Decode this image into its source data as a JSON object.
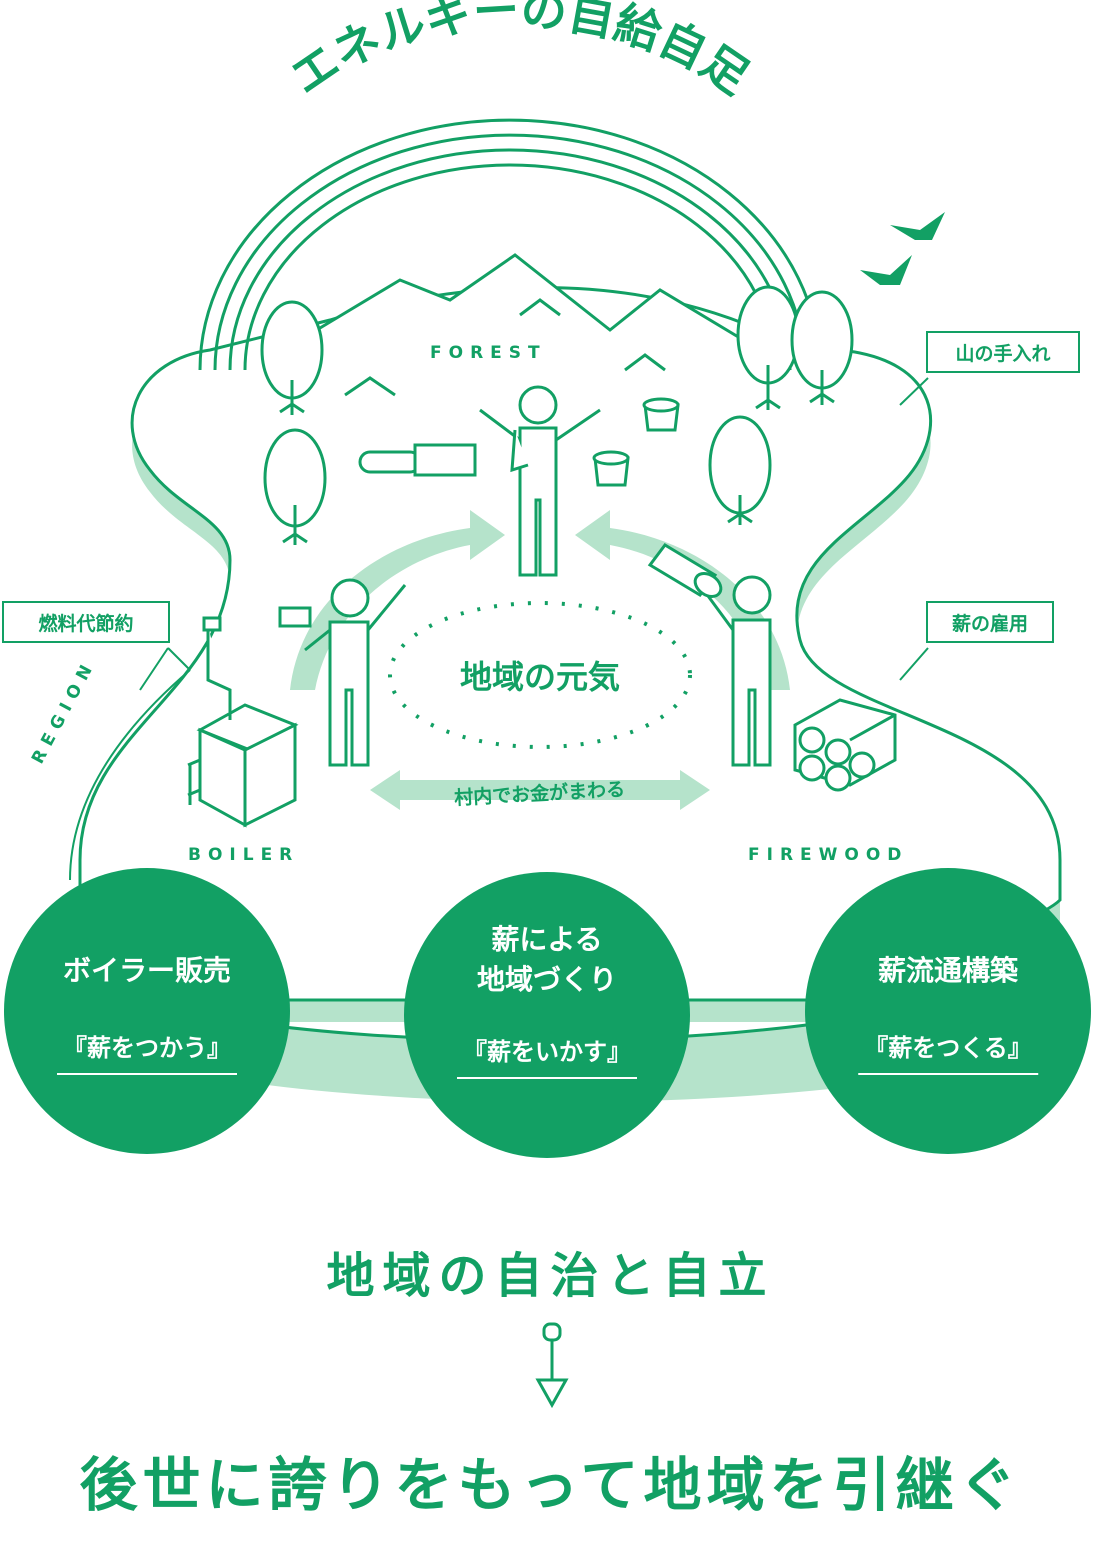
{
  "arc_title": "エネルギーの自給自足",
  "labels": {
    "mountain_care": "山の手入れ",
    "fuel_saving": "燃料代節約",
    "firewood_jobs": "薪の雇用"
  },
  "zones": {
    "forest": "FOREST",
    "region": "REGION",
    "boiler": "BOILER",
    "firewood": "FIREWOOD"
  },
  "center": {
    "vitality": "地域の元気",
    "money_circulation": "村内でお金がまわる"
  },
  "circles": [
    {
      "title": "ボイラー販売",
      "sub": "『薪をつかう』"
    },
    {
      "title_line1": "薪による",
      "title_line2": "地域づくり",
      "sub": "『薪をいかす』"
    },
    {
      "title": "薪流通構築",
      "sub": "『薪をつくる』"
    }
  ],
  "headline": "地域の自治と自立",
  "conclusion": "後世に誇りをもって地域を引継ぐ",
  "colors": {
    "primary": "#12a064",
    "light": "#b5e3cb",
    "mid": "#8fd5b2",
    "background": "#ffffff"
  },
  "icons": [
    "bird-icon",
    "tree-icon",
    "mountain-icon",
    "chainsaw-icon",
    "stump-icon",
    "person-icon",
    "boiler-icon",
    "firewood-stack-icon",
    "log-icon",
    "arrow-down-icon"
  ]
}
